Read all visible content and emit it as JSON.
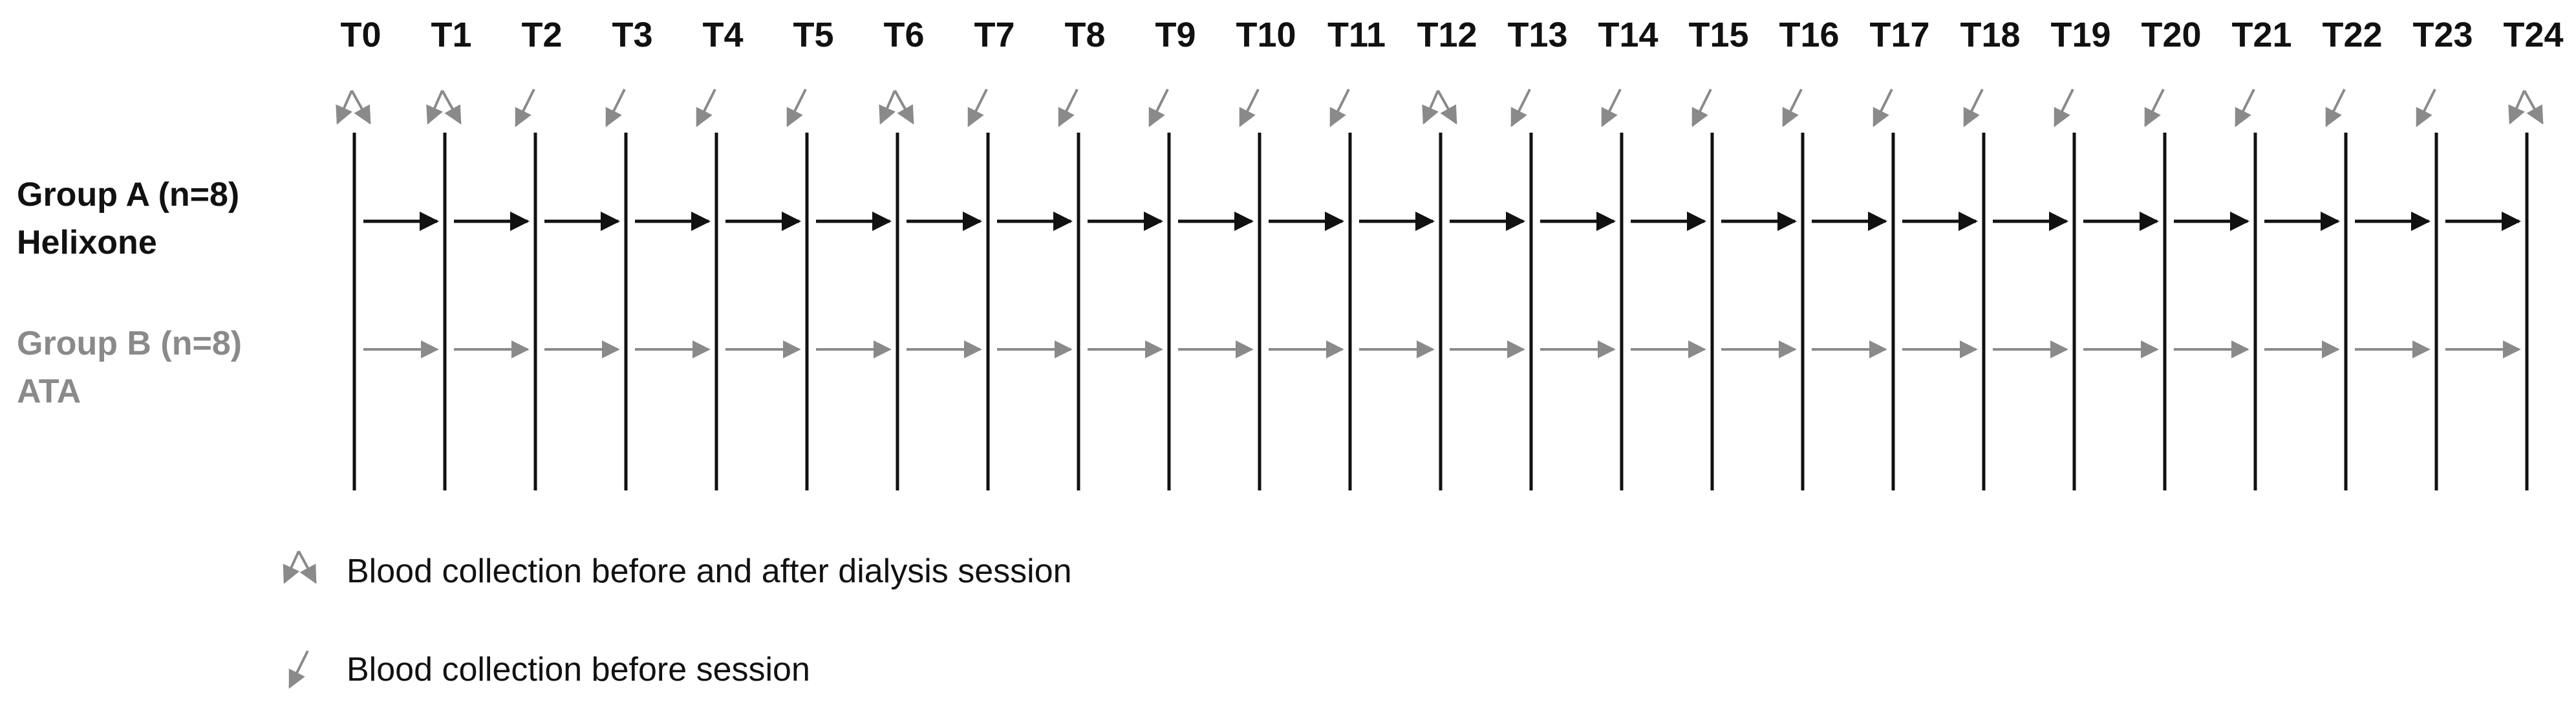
{
  "timepoints": [
    {
      "label": "T0",
      "sampling": "before_after"
    },
    {
      "label": "T1",
      "sampling": "before_after"
    },
    {
      "label": "T2",
      "sampling": "before"
    },
    {
      "label": "T3",
      "sampling": "before"
    },
    {
      "label": "T4",
      "sampling": "before"
    },
    {
      "label": "T5",
      "sampling": "before"
    },
    {
      "label": "T6",
      "sampling": "before_after"
    },
    {
      "label": "T7",
      "sampling": "before"
    },
    {
      "label": "T8",
      "sampling": "before"
    },
    {
      "label": "T9",
      "sampling": "before"
    },
    {
      "label": "T10",
      "sampling": "before"
    },
    {
      "label": "T11",
      "sampling": "before"
    },
    {
      "label": "T12",
      "sampling": "before_after"
    },
    {
      "label": "T13",
      "sampling": "before"
    },
    {
      "label": "T14",
      "sampling": "before"
    },
    {
      "label": "T15",
      "sampling": "before"
    },
    {
      "label": "T16",
      "sampling": "before"
    },
    {
      "label": "T17",
      "sampling": "before"
    },
    {
      "label": "T18",
      "sampling": "before"
    },
    {
      "label": "T19",
      "sampling": "before"
    },
    {
      "label": "T20",
      "sampling": "before"
    },
    {
      "label": "T21",
      "sampling": "before"
    },
    {
      "label": "T22",
      "sampling": "before"
    },
    {
      "label": "T23",
      "sampling": "before"
    },
    {
      "label": "T24",
      "sampling": "before_after"
    }
  ],
  "groups": [
    {
      "line1": "Group A (n=8)",
      "line2": "Helixone",
      "color": "#111111"
    },
    {
      "line1": "Group B (n=8)",
      "line2": "ATA",
      "color": "#8a8a8a"
    }
  ],
  "legend": [
    {
      "icon": "double-arrow-icon",
      "text": "Blood collection before and after dialysis session"
    },
    {
      "icon": "single-arrow-icon",
      "text": "Blood collection before session"
    }
  ],
  "colors": {
    "line": "#111111",
    "sample_arrow": "#8a8a8a",
    "group_a": "#111111",
    "group_b": "#8a8a8a"
  }
}
